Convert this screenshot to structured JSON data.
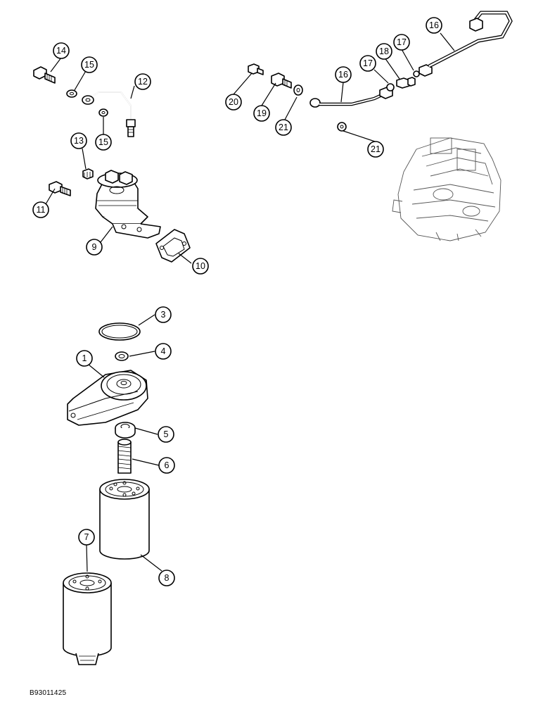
{
  "diagram": {
    "reference_code": "B93011425",
    "callouts": [
      {
        "id": "c1",
        "label": "1"
      },
      {
        "id": "c3",
        "label": "3"
      },
      {
        "id": "c4",
        "label": "4"
      },
      {
        "id": "c5",
        "label": "5"
      },
      {
        "id": "c6",
        "label": "6"
      },
      {
        "id": "c7",
        "label": "7"
      },
      {
        "id": "c8",
        "label": "8"
      },
      {
        "id": "c9",
        "label": "9"
      },
      {
        "id": "c10",
        "label": "10"
      },
      {
        "id": "c11",
        "label": "11"
      },
      {
        "id": "c12",
        "label": "12"
      },
      {
        "id": "c13",
        "label": "13"
      },
      {
        "id": "c14",
        "label": "14"
      },
      {
        "id": "c15a",
        "label": "15"
      },
      {
        "id": "c15b",
        "label": "15"
      },
      {
        "id": "c16a",
        "label": "16"
      },
      {
        "id": "c16b",
        "label": "16"
      },
      {
        "id": "c17a",
        "label": "17"
      },
      {
        "id": "c17b",
        "label": "17"
      },
      {
        "id": "c18",
        "label": "18"
      },
      {
        "id": "c19",
        "label": "19"
      },
      {
        "id": "c20",
        "label": "20"
      },
      {
        "id": "c21a",
        "label": "21"
      },
      {
        "id": "c21b",
        "label": "21"
      }
    ]
  }
}
